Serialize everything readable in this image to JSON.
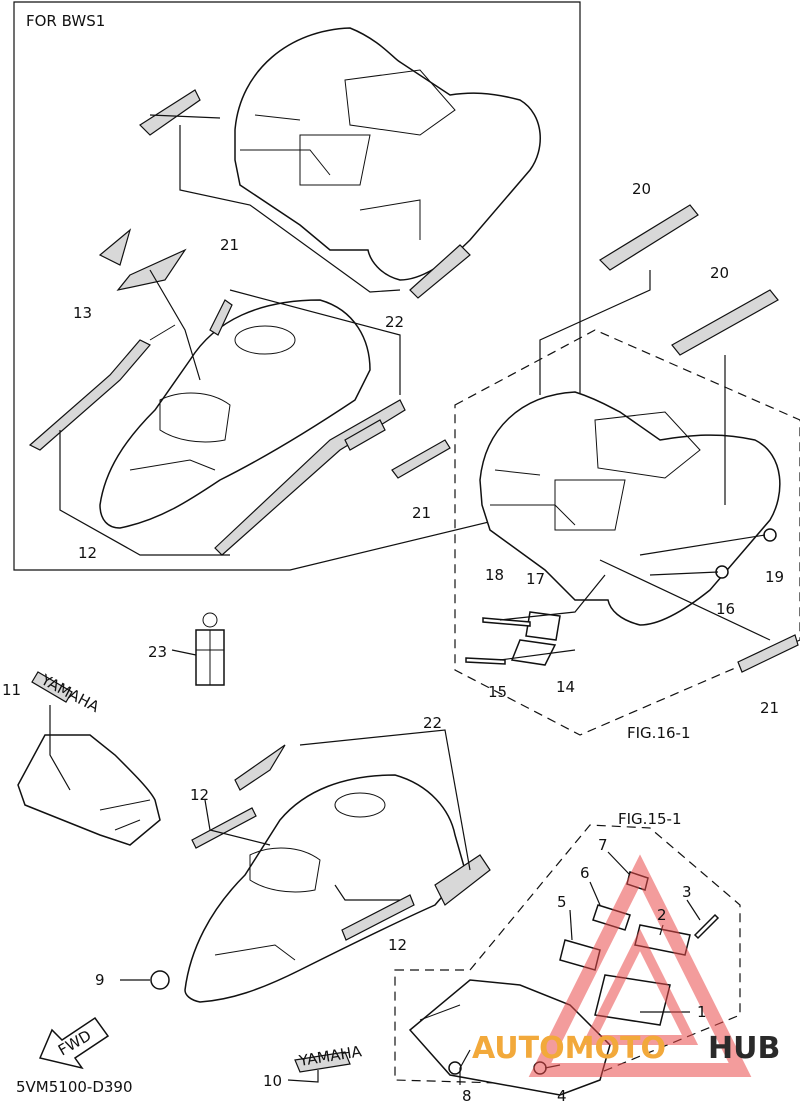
{
  "boxes": {
    "bws_label": "FOR BWS1",
    "fig16": "FIG.16-1",
    "fig15": "FIG.15-1"
  },
  "part_number": "5VM5100-D390",
  "decal_text": "YAMAHA",
  "fwd_label": "FWD",
  "watermark": {
    "part1": "AUTOMOTO",
    "part2": "HUB",
    "color1": "#f2a93b",
    "color2": "#2a2a2a",
    "triangle_color": "#e94b4b"
  },
  "callouts": {
    "c13": "13",
    "c21a": "21",
    "c22a": "22",
    "c12a": "12",
    "c20a": "20",
    "c20b": "20",
    "c21b": "21",
    "c18": "18",
    "c17": "17",
    "c16": "16",
    "c19": "19",
    "c15": "15",
    "c14": "14",
    "c21c": "21",
    "c23": "23",
    "c11": "11",
    "c22b": "22",
    "c12b": "12",
    "c12c": "12",
    "c9": "9",
    "c7": "7",
    "c6": "6",
    "c5": "5",
    "c3": "3",
    "c2": "2",
    "c1": "1",
    "c10": "10",
    "c8": "8",
    "c4": "4"
  }
}
